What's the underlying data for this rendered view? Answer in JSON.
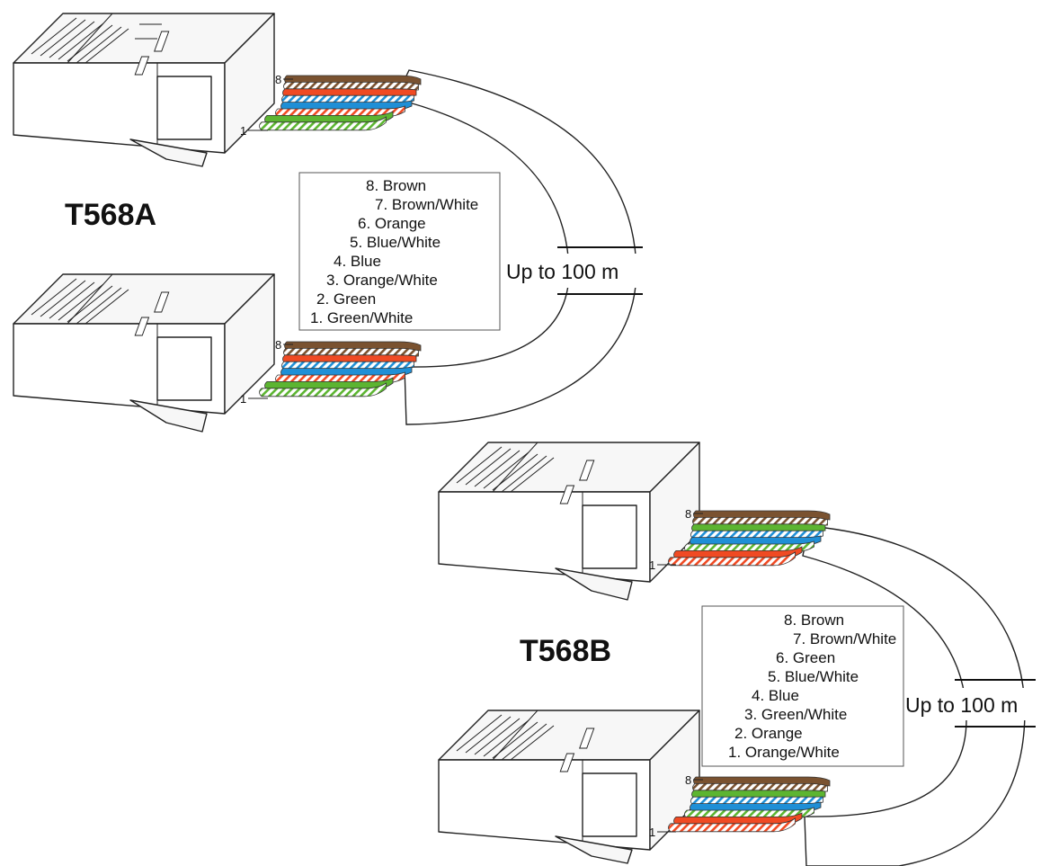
{
  "colors": {
    "brown": "#7a5230",
    "orange": "#f04a23",
    "blue": "#1f8fd6",
    "green": "#5cb531"
  },
  "diagrams": [
    {
      "title": "T568A",
      "distance": "Up to 100 m",
      "pin_high": "8",
      "pin_low": "1",
      "legend": [
        "8. Brown",
        "7. Brown/White",
        "6. Orange",
        "5. Blue/White",
        "4. Blue",
        "3. Orange/White",
        "2. Green",
        "1. Green/White"
      ],
      "wires": [
        {
          "color": "brown",
          "striped": false
        },
        {
          "color": "brown",
          "striped": true
        },
        {
          "color": "orange",
          "striped": false
        },
        {
          "color": "blue",
          "striped": true
        },
        {
          "color": "blue",
          "striped": false
        },
        {
          "color": "orange",
          "striped": true
        },
        {
          "color": "green",
          "striped": false
        },
        {
          "color": "green",
          "striped": true
        }
      ]
    },
    {
      "title": "T568B",
      "distance": "Up to 100 m",
      "pin_high": "8",
      "pin_low": "1",
      "legend": [
        "8. Brown",
        "7. Brown/White",
        "6. Green",
        "5. Blue/White",
        "4. Blue",
        "3. Green/White",
        "2. Orange",
        "1. Orange/White"
      ],
      "wires": [
        {
          "color": "brown",
          "striped": false
        },
        {
          "color": "brown",
          "striped": true
        },
        {
          "color": "green",
          "striped": false
        },
        {
          "color": "blue",
          "striped": true
        },
        {
          "color": "blue",
          "striped": false
        },
        {
          "color": "green",
          "striped": true
        },
        {
          "color": "orange",
          "striped": false
        },
        {
          "color": "orange",
          "striped": true
        }
      ]
    }
  ]
}
